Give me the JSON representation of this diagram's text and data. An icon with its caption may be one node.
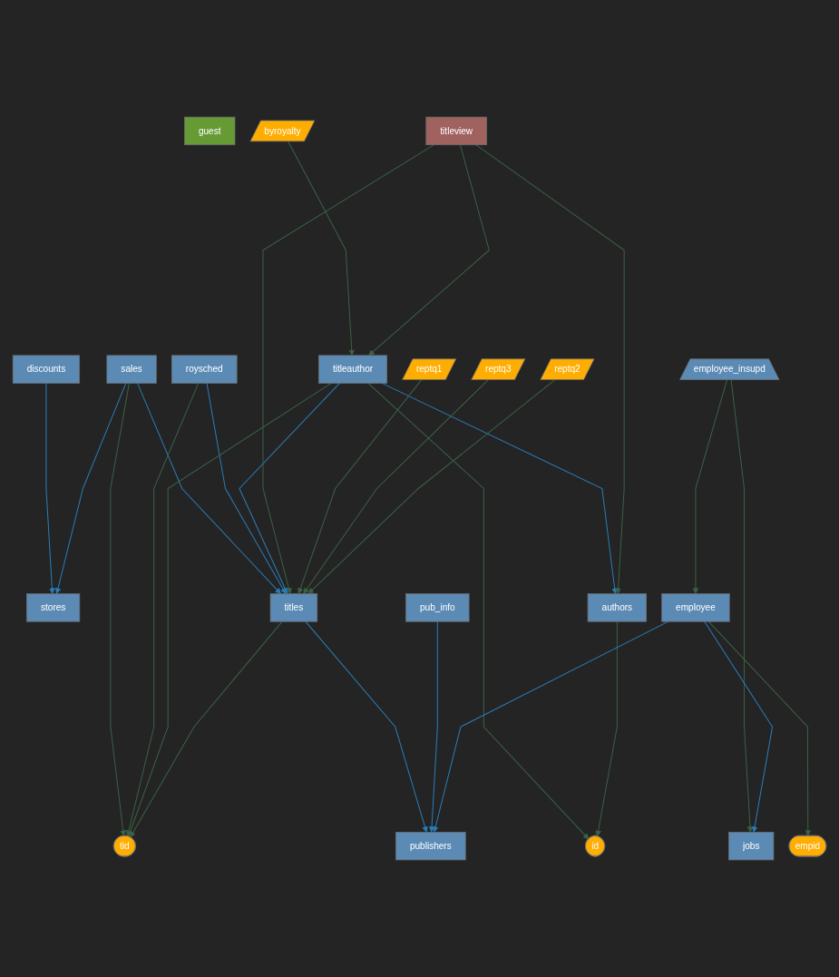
{
  "diagram": {
    "nodes": [
      {
        "text": [
          "discounts"
        ]
      },
      {
        "text": [
          "guest"
        ]
      },
      {
        "text": [
          "stores"
        ]
      },
      {
        "text": [
          "byroyalty"
        ]
      },
      {
        "text": [
          "sales"
        ]
      },
      {
        "text": [
          "tid"
        ]
      },
      {
        "text": [
          "titleauthor"
        ]
      },
      {
        "text": [
          "id"
        ]
      },
      {
        "text": [
          "roysched"
        ]
      },
      {
        "text": [
          "titleview"
        ]
      },
      {
        "text": [
          "authors"
        ]
      },
      {
        "text": [
          "reptq1"
        ]
      },
      {
        "text": [
          "titles"
        ]
      },
      {
        "text": [
          "reptq3"
        ]
      },
      {
        "text": [
          "reptq2"
        ]
      },
      {
        "text": [
          "publishers"
        ]
      },
      {
        "text": [
          "pub_info"
        ]
      },
      {
        "text": [
          "employee_insupd"
        ]
      },
      {
        "text": [
          "employee"
        ]
      },
      {
        "text": [
          "jobs"
        ]
      },
      {
        "text": [
          "empid"
        ]
      }
    ],
    "edges": [
      {
        "from": 0,
        "to": 2,
        "arrow": "to",
        "color": "#2a7db8"
      },
      {
        "from": 4,
        "to": 2,
        "arrow": "to",
        "color": "#2a7db8"
      },
      {
        "from": 4,
        "to": 12,
        "arrow": "to",
        "color": "#2a7db8"
      },
      {
        "from": 4,
        "to": 5,
        "arrow": "to"
      },
      {
        "from": 8,
        "to": 5,
        "arrow": "to"
      },
      {
        "from": 8,
        "to": 12,
        "arrow": "to",
        "color": "#2a7db8"
      },
      {
        "from": 6,
        "to": 5,
        "arrow": "to"
      },
      {
        "from": 12,
        "to": 5,
        "arrow": "to"
      },
      {
        "from": 6,
        "to": 12,
        "arrow": "to",
        "color": "#2a7db8"
      },
      {
        "from": 6,
        "to": 7,
        "arrow": "to"
      },
      {
        "from": 6,
        "to": 10,
        "arrow": "to",
        "color": "#2a7db8"
      },
      {
        "from": 3,
        "to": 6,
        "arrow": "to"
      },
      {
        "from": 9,
        "to": 6,
        "arrow": "to"
      },
      {
        "from": 9,
        "to": 12,
        "arrow": "to"
      },
      {
        "from": 9,
        "to": 10,
        "arrow": "to"
      },
      {
        "from": 10,
        "to": 7,
        "arrow": "to"
      },
      {
        "from": 11,
        "to": 12,
        "arrow": "to"
      },
      {
        "from": 13,
        "to": 12,
        "arrow": "to"
      },
      {
        "from": 14,
        "to": 12,
        "arrow": "to"
      },
      {
        "from": 12,
        "to": 15,
        "arrow": "to",
        "color": "#2a7db8"
      },
      {
        "from": 16,
        "to": 15,
        "arrow": "to",
        "color": "#2a7db8"
      },
      {
        "from": 18,
        "to": 15,
        "arrow": "to",
        "color": "#2a7db8"
      },
      {
        "from": 17,
        "to": 18,
        "arrow": "to"
      },
      {
        "from": 17,
        "to": 19,
        "arrow": "to"
      },
      {
        "from": 18,
        "to": 19,
        "arrow": "to",
        "color": "#2a7db8"
      },
      {
        "from": 18,
        "to": 20,
        "arrow": "to"
      }
    ]
  }
}
